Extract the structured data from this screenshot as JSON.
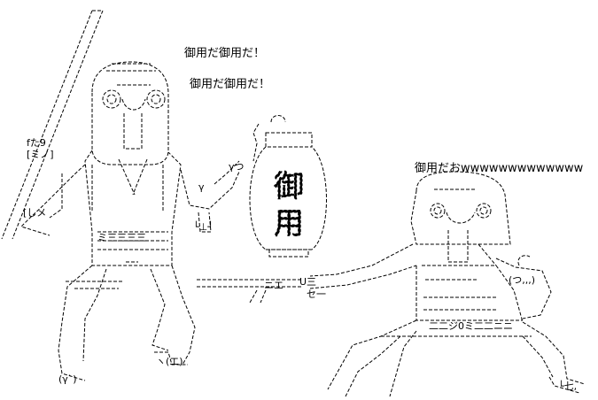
{
  "speech": {
    "line1": "御用だ御用だ！",
    "line2": "御用だ御用だ！",
    "line3": "御用だおwwwwwwwwwwwww"
  },
  "lantern": {
    "char_top": "御",
    "char_bottom": "用"
  },
  "colors": {
    "ink": "#000000",
    "background": "#ffffff"
  }
}
